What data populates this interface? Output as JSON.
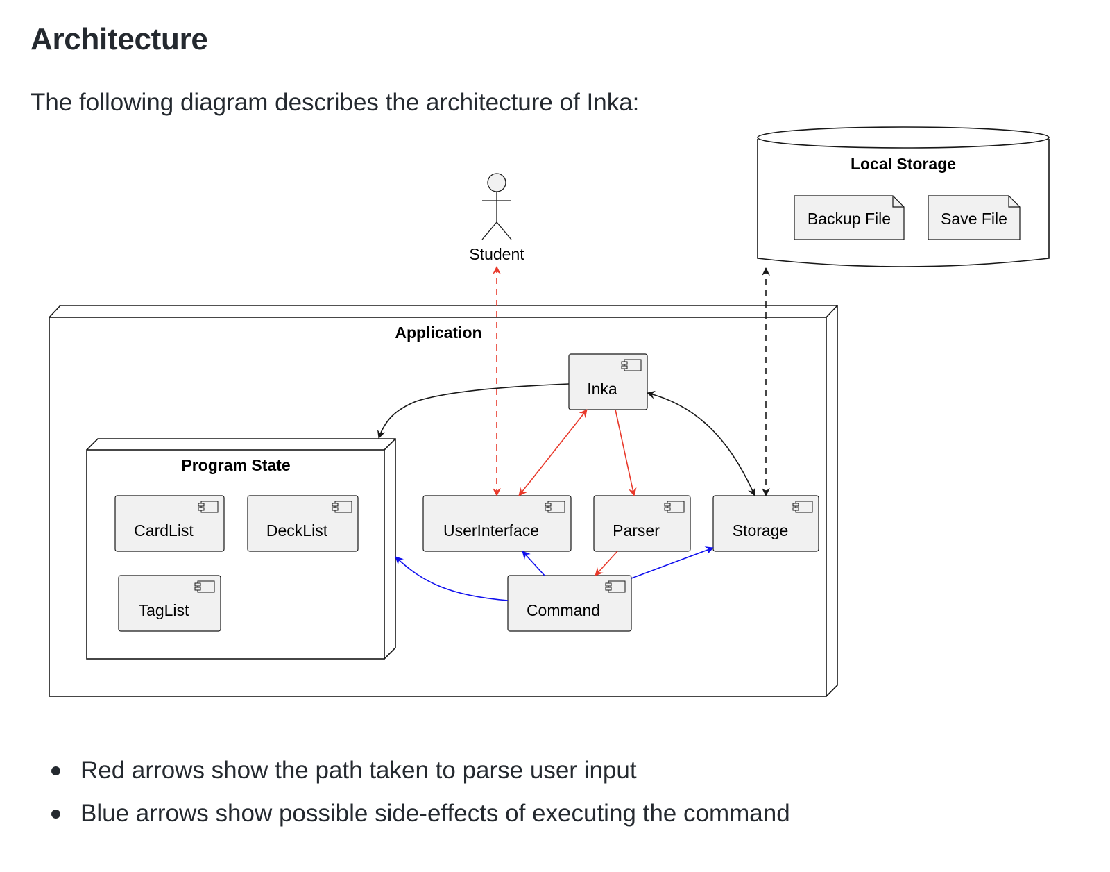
{
  "heading": "Architecture",
  "intro": "The following diagram describes the architecture of Inka:",
  "diagram": {
    "actor": "Student",
    "storage": {
      "title": "Local Storage",
      "files": [
        "Backup File",
        "Save File"
      ]
    },
    "application": {
      "title": "Application",
      "program_state": {
        "title": "Program State",
        "components": [
          "CardList",
          "DeckList",
          "TagList"
        ]
      },
      "components": {
        "inka": "Inka",
        "ui": "UserInterface",
        "parser": "Parser",
        "storage": "Storage",
        "command": "Command"
      }
    },
    "colors": {
      "red_path": "#e8392b",
      "blue_path": "#1010ee",
      "black_path": "#181818",
      "component_fill": "#f1f1f1",
      "border": "#181818"
    }
  },
  "notes": [
    "Red arrows show the path taken to parse user input",
    "Blue arrows show possible side-effects of executing the command"
  ]
}
